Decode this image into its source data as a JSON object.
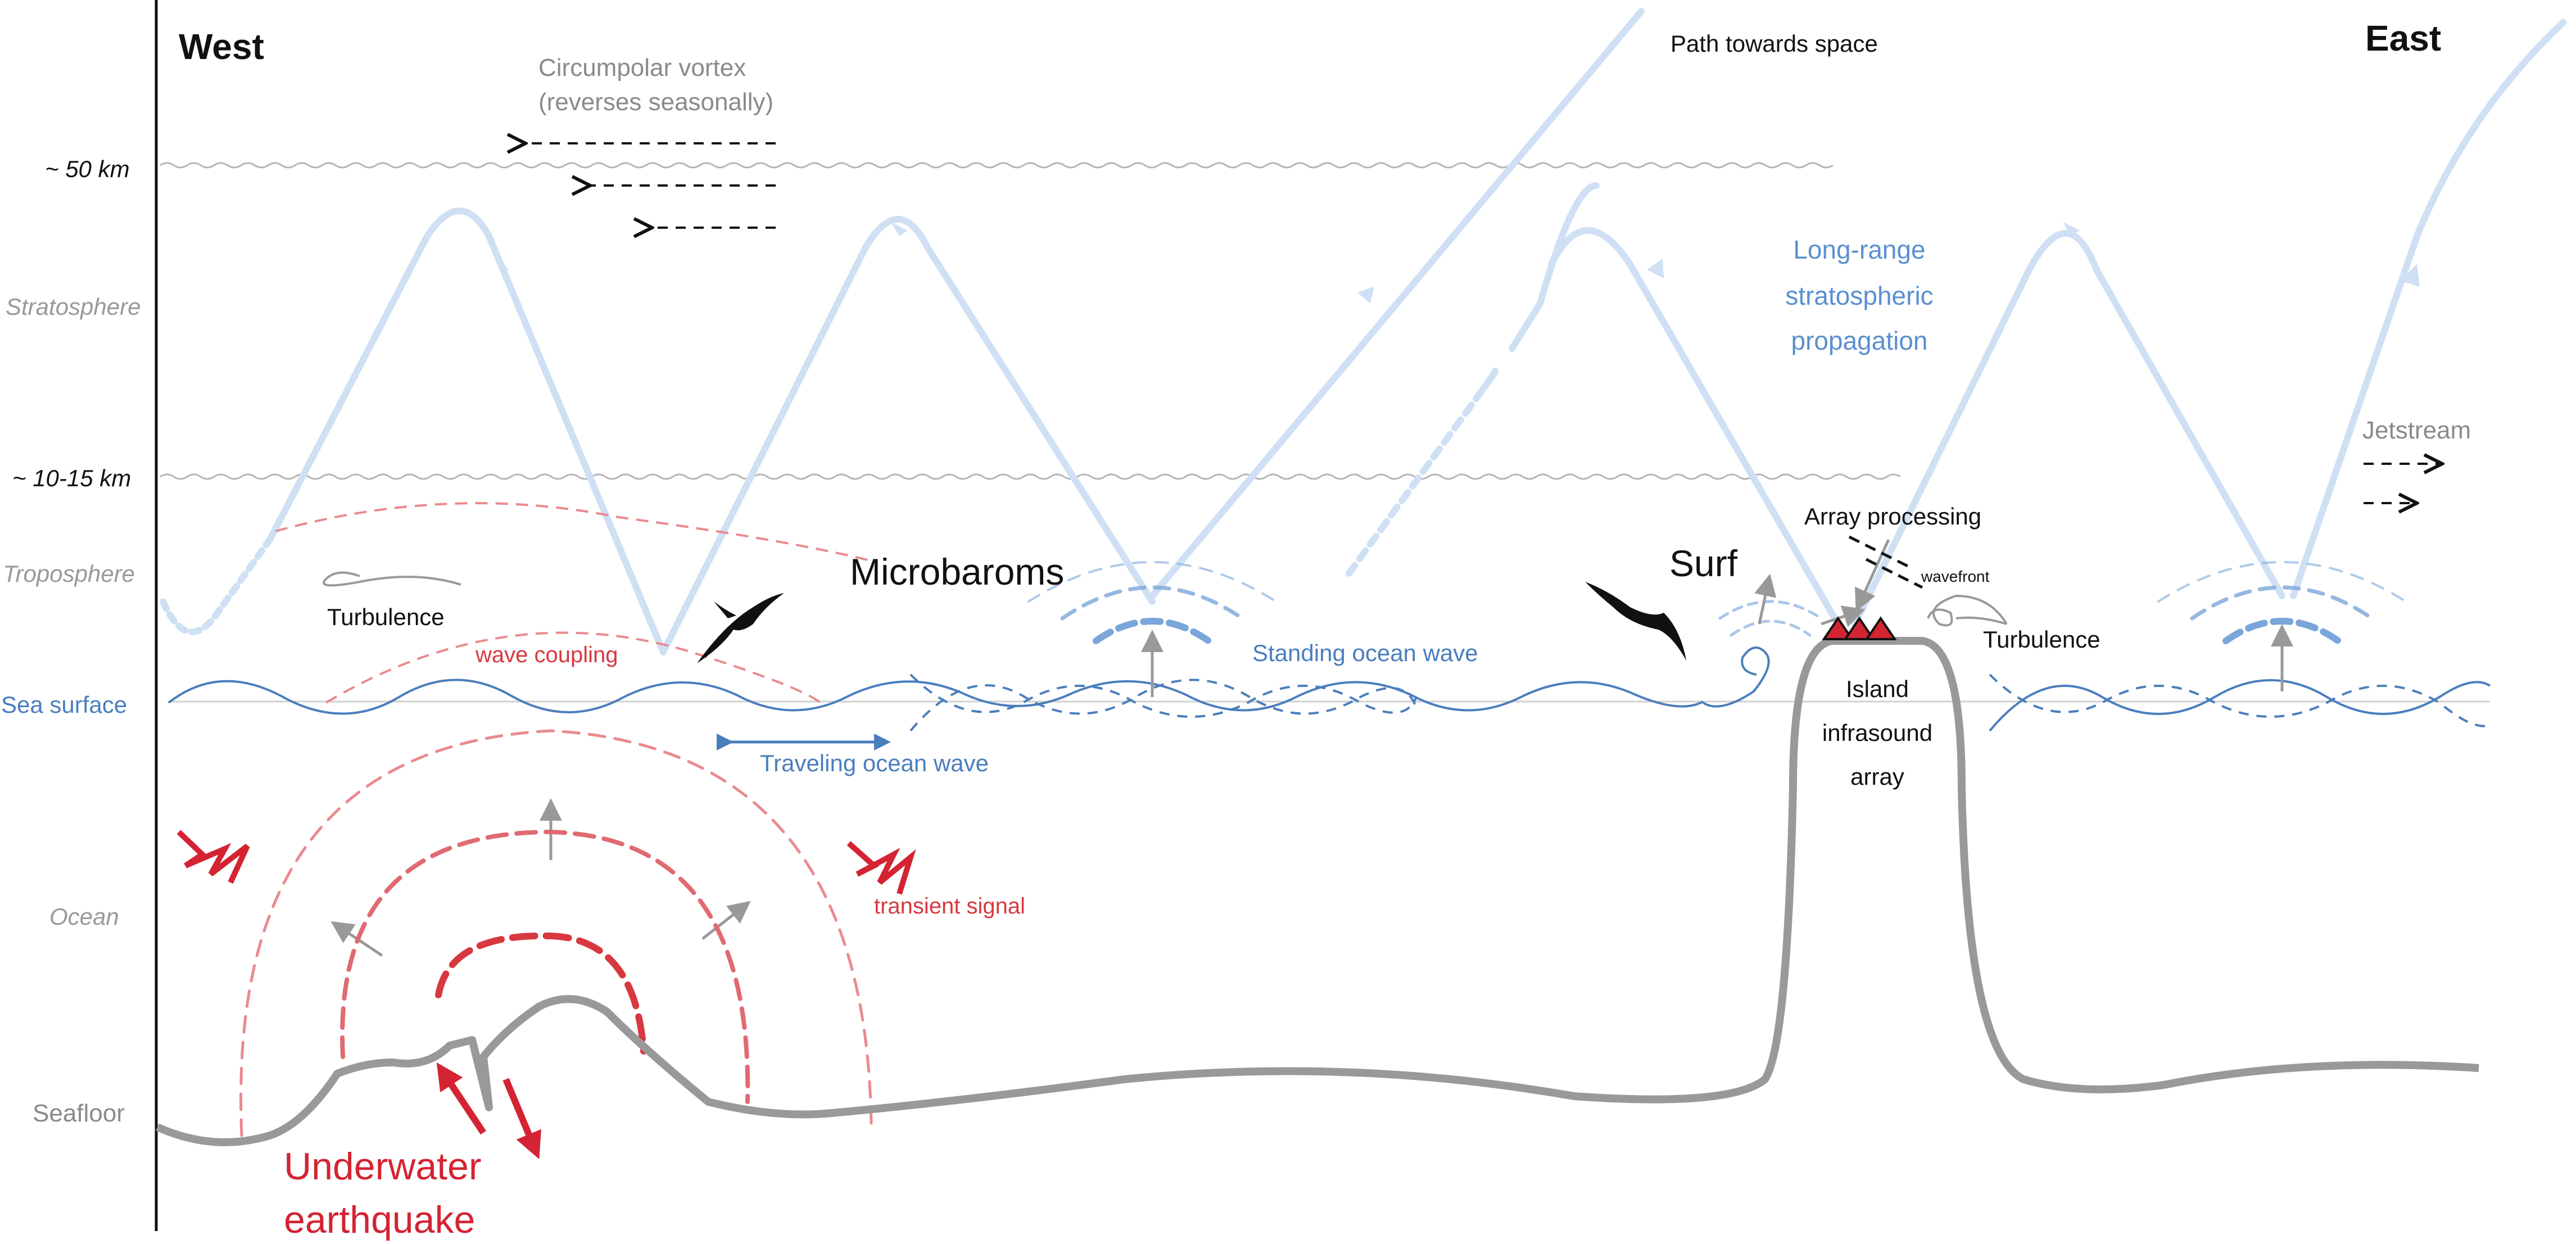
{
  "labels": {
    "west": "West",
    "east": "East",
    "alt_50": "~ 50 km",
    "alt_10_15": "~ 10-15 km",
    "stratosphere": "Stratosphere",
    "troposphere": "Troposphere",
    "sea_surface": "Sea surface",
    "ocean": "Ocean",
    "seafloor": "Seafloor",
    "path_space": "Path towards space",
    "vortex_line1": "Circumpolar vortex",
    "vortex_line2": "(reverses seasonally)",
    "long_range_1": "Long-range",
    "long_range_2": "stratospheric",
    "long_range_3": "propagation",
    "jetstream": "Jetstream",
    "turbulence_left": "Turbulence",
    "turbulence_right": "Turbulence",
    "wave_coupling": "wave coupling",
    "microbaroms": "Microbaroms",
    "standing_wave": "Standing ocean wave",
    "traveling_wave": "Traveling ocean wave",
    "surf": "Surf",
    "array_processing": "Array processing",
    "wavefront": "wavefront",
    "island_1": "Island",
    "island_2": "infrasound",
    "island_3": "array",
    "transient": "transient signal",
    "quake_1": "Underwater",
    "quake_2": "earthquake"
  },
  "colors": {
    "ray_blue": "#cfe0f4",
    "ocean_blue": "#4a7ebd",
    "quake_red": "#d42332",
    "pink": "#e98a8f",
    "terrain_grey": "#999999",
    "text_grey": "#8a8a8a"
  },
  "icons": [
    "bird-icon",
    "seismic-zigzag-icon",
    "station-triangle-icon",
    "turbulence-swirl-icon"
  ]
}
